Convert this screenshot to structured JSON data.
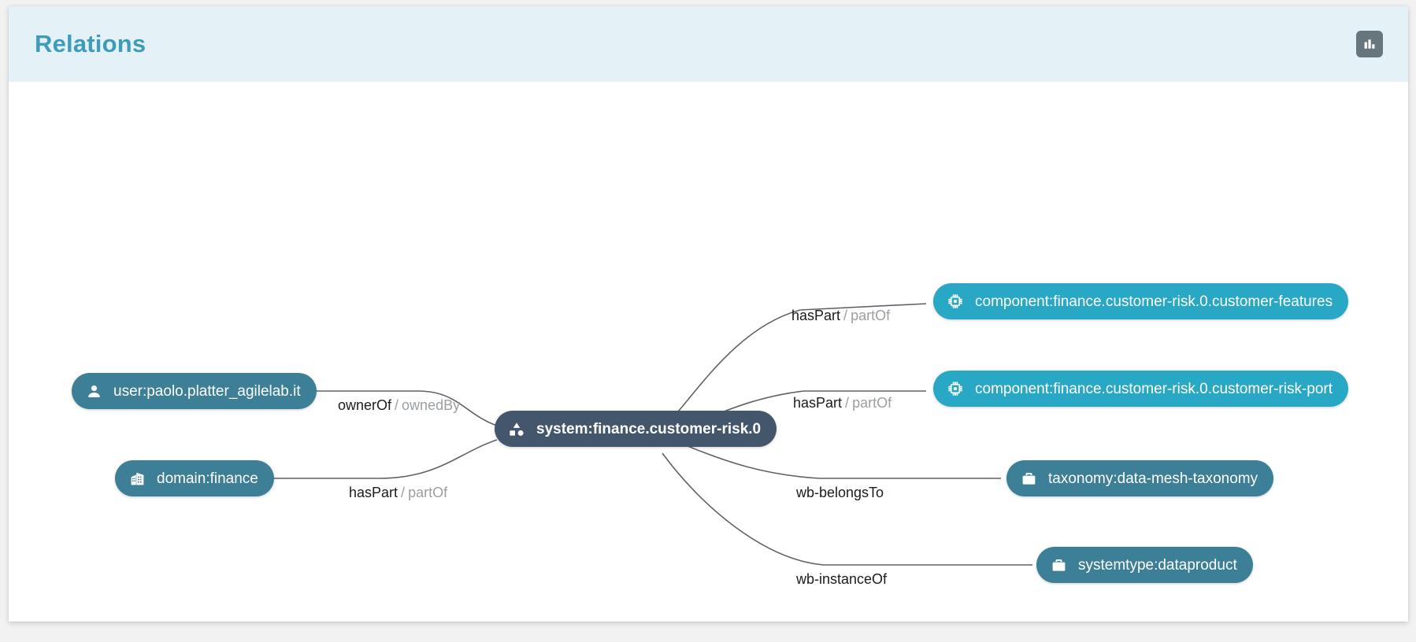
{
  "header": {
    "title": "Relations",
    "action_button": {
      "name": "chart-icon-button",
      "icon": "bar-chart-icon",
      "color": "#67757c"
    }
  },
  "graph": {
    "center_node": {
      "id": "system-node",
      "label": "system:finance.customer-risk.0",
      "icon": "shapes-icon",
      "color": "#44566b",
      "style": "slate"
    },
    "nodes": [
      {
        "id": "user-node",
        "label": "user:paolo.platter_agilelab.it",
        "icon": "person-icon",
        "color": "#3c7f96",
        "style": "teal"
      },
      {
        "id": "domain-node",
        "label": "domain:finance",
        "icon": "building-icon",
        "color": "#3c7f96",
        "style": "teal"
      },
      {
        "id": "component-features-node",
        "label": "component:finance.customer-risk.0.customer-features",
        "icon": "chip-icon",
        "color": "#29a8c6",
        "style": "cyan"
      },
      {
        "id": "component-port-node",
        "label": "component:finance.customer-risk.0.customer-risk-port",
        "icon": "chip-icon",
        "color": "#29a8c6",
        "style": "cyan"
      },
      {
        "id": "taxonomy-node",
        "label": "taxonomy:data-mesh-taxonomy",
        "icon": "briefcase-icon",
        "color": "#3c7f96",
        "style": "teal"
      },
      {
        "id": "systemtype-node",
        "label": "systemtype:dataproduct",
        "icon": "briefcase-icon",
        "color": "#3c7f96",
        "style": "teal"
      }
    ],
    "edges": [
      {
        "id": "edge-user",
        "forward": "ownerOf",
        "separator": "/",
        "inverse": "ownedBy"
      },
      {
        "id": "edge-domain",
        "forward": "hasPart",
        "separator": "/",
        "inverse": "partOf"
      },
      {
        "id": "edge-component-features",
        "forward": "hasPart",
        "separator": "/",
        "inverse": "partOf"
      },
      {
        "id": "edge-component-port",
        "forward": "hasPart",
        "separator": "/",
        "inverse": "partOf"
      },
      {
        "id": "edge-taxonomy",
        "forward": "wb-belongsTo",
        "separator": "",
        "inverse": ""
      },
      {
        "id": "edge-systemtype",
        "forward": "wb-instanceOf",
        "separator": "",
        "inverse": ""
      }
    ]
  }
}
